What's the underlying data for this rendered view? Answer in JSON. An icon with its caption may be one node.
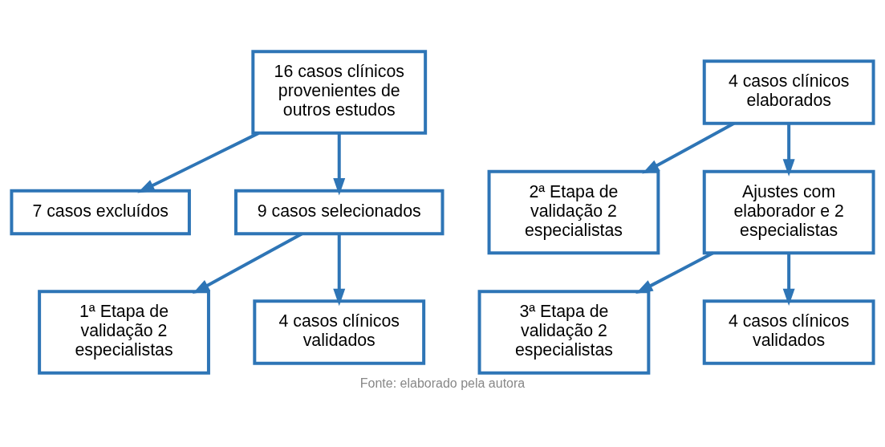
{
  "diagram": {
    "caption": "Fonte: elaborado pela autora",
    "nodes": [
      {
        "text": [
          "16 casos clínicos provenientes de outros estudos"
        ]
      },
      {
        "text": [
          "7 casos excluídos"
        ]
      },
      {
        "text": [
          "9 casos selecionados"
        ]
      },
      {
        "text": [
          "1ª Etapa de validação 2 especialistas"
        ]
      },
      {
        "text": [
          "4 casos clínicos validados"
        ]
      },
      {
        "text": [
          "4 casos clínicos elaborados"
        ]
      },
      {
        "text": [
          "2ª Etapa de validação 2 especialistas"
        ]
      },
      {
        "text": [
          "Ajustes com elaborador e 2 especialistas"
        ]
      },
      {
        "text": [
          "3ª Etapa de validação 2 especialistas"
        ]
      },
      {
        "text": [
          "4 casos clínicos validados"
        ]
      }
    ],
    "edges": [
      {
        "from": 0,
        "to": 2,
        "arrow": "to"
      },
      {
        "from": 0,
        "to": 1,
        "arrow": "to"
      },
      {
        "from": 2,
        "to": 4,
        "arrow": "to"
      },
      {
        "from": 2,
        "to": 3,
        "arrow": "to"
      },
      {
        "from": 5,
        "to": 7,
        "arrow": "to"
      },
      {
        "from": 5,
        "to": 6,
        "arrow": "to"
      },
      {
        "from": 7,
        "to": 9,
        "arrow": "to"
      },
      {
        "from": 7,
        "to": 8,
        "arrow": "to"
      }
    ]
  }
}
